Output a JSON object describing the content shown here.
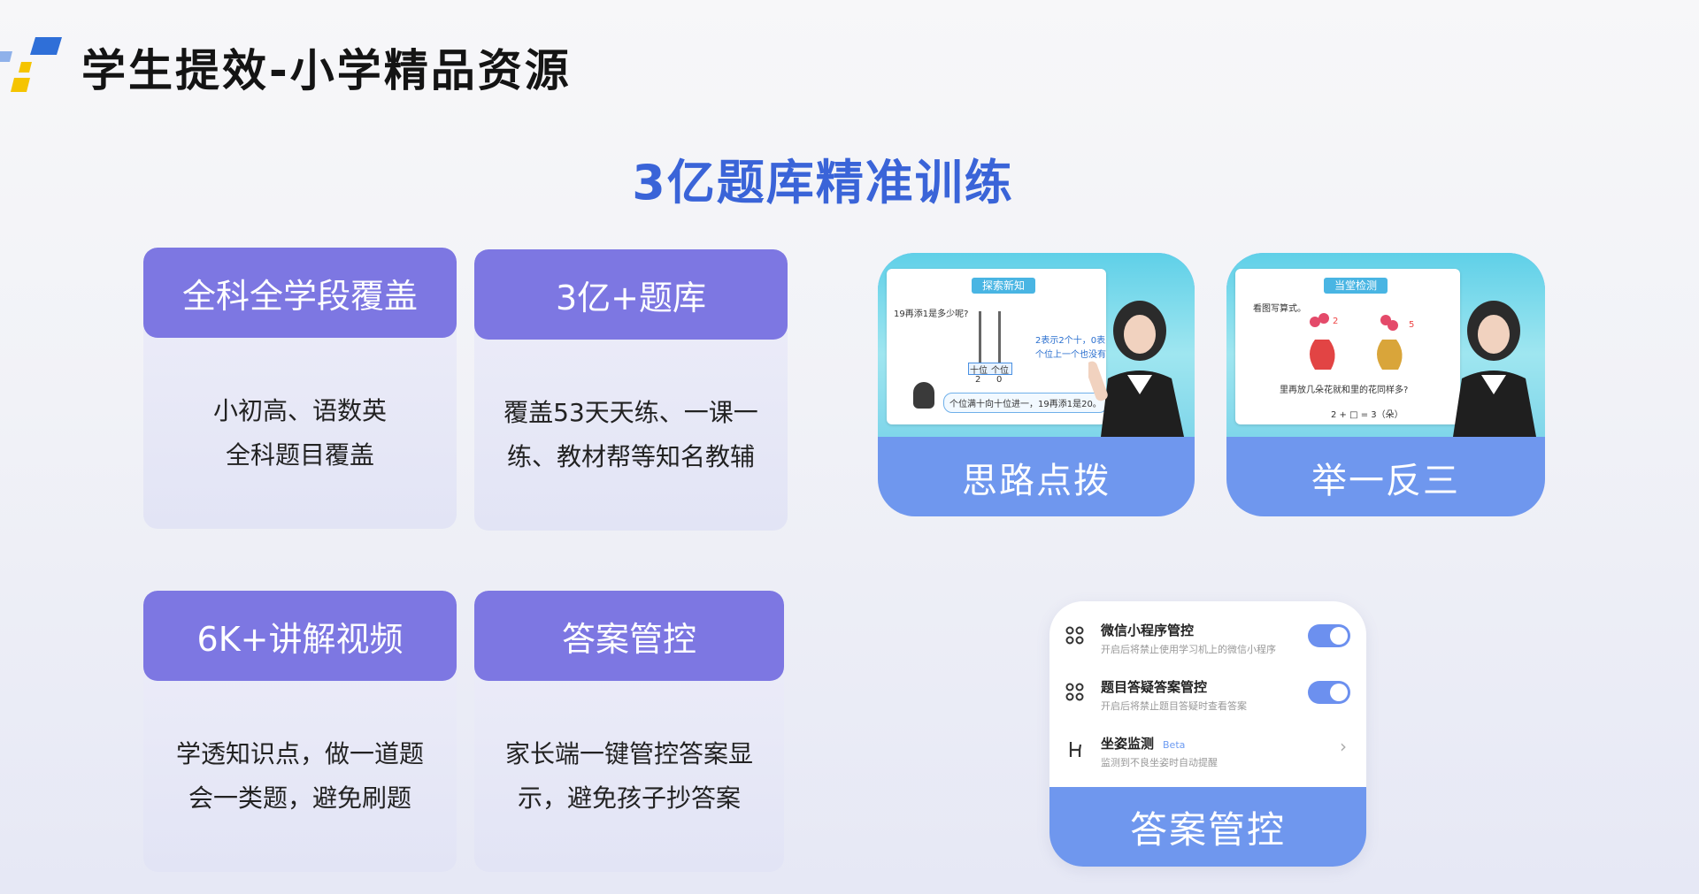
{
  "header": {
    "title": "学生提效-小学精品资源"
  },
  "section": {
    "title": "3亿题库精准训练"
  },
  "cards": [
    {
      "title": "全科全学段覆盖",
      "lines": [
        "小初高、语数英",
        "全科题目覆盖"
      ]
    },
    {
      "title": "3亿+题库",
      "lines": [
        "覆盖53天天练、一课一",
        "练、教材帮等知名教辅"
      ]
    },
    {
      "title": "6K+讲解视频",
      "lines": [
        "学透知识点，做一道题",
        "会一类题，避免刷题"
      ]
    },
    {
      "title": "答案管控",
      "lines": [
        "家长端一键管控答案显",
        "示，避免孩子抄答案"
      ]
    }
  ],
  "media": [
    {
      "caption": "思路点拨",
      "banner": "探索新知",
      "question": "19再添1是多少呢?",
      "notes": [
        "2表示2个十，0表",
        "个位上一个也没有"
      ],
      "labels": [
        "十位",
        "个位"
      ],
      "digits": [
        "2",
        "0"
      ],
      "bubble": "个位满十向十位进一，19再添1是20。"
    },
    {
      "caption": "举一反三",
      "banner": "当堂检测",
      "question": "看图写算式。",
      "marks": [
        "2",
        "5"
      ],
      "prompt": "里再放几朵花就和里的花同样多?",
      "equation": "2 + □ = 3（朵）"
    }
  ],
  "controls": {
    "caption": "答案管控",
    "items": [
      {
        "title": "微信小程序管控",
        "desc": "开启后将禁止使用学习机上的微信小程序",
        "control": "toggle",
        "on": true,
        "icon": "apps-grid-icon"
      },
      {
        "title": "题目答疑答案管控",
        "desc": "开启后将禁止题目答疑时查看答案",
        "control": "toggle",
        "on": true,
        "icon": "apps-grid-icon"
      },
      {
        "title": "坐姿监测",
        "badge": "Beta",
        "desc": "监测到不良坐姿时自动提醒",
        "control": "chevron",
        "icon": "chair-icon"
      }
    ]
  },
  "colors": {
    "card_header": "#7d77e2",
    "media_blue": "#6f97ee",
    "title_blue": "#3a64d8",
    "toggle_on": "#6c90ef",
    "logo_blue": "#2f6fd8",
    "logo_light": "#8fb1ea",
    "logo_yellow": "#f5c400"
  }
}
